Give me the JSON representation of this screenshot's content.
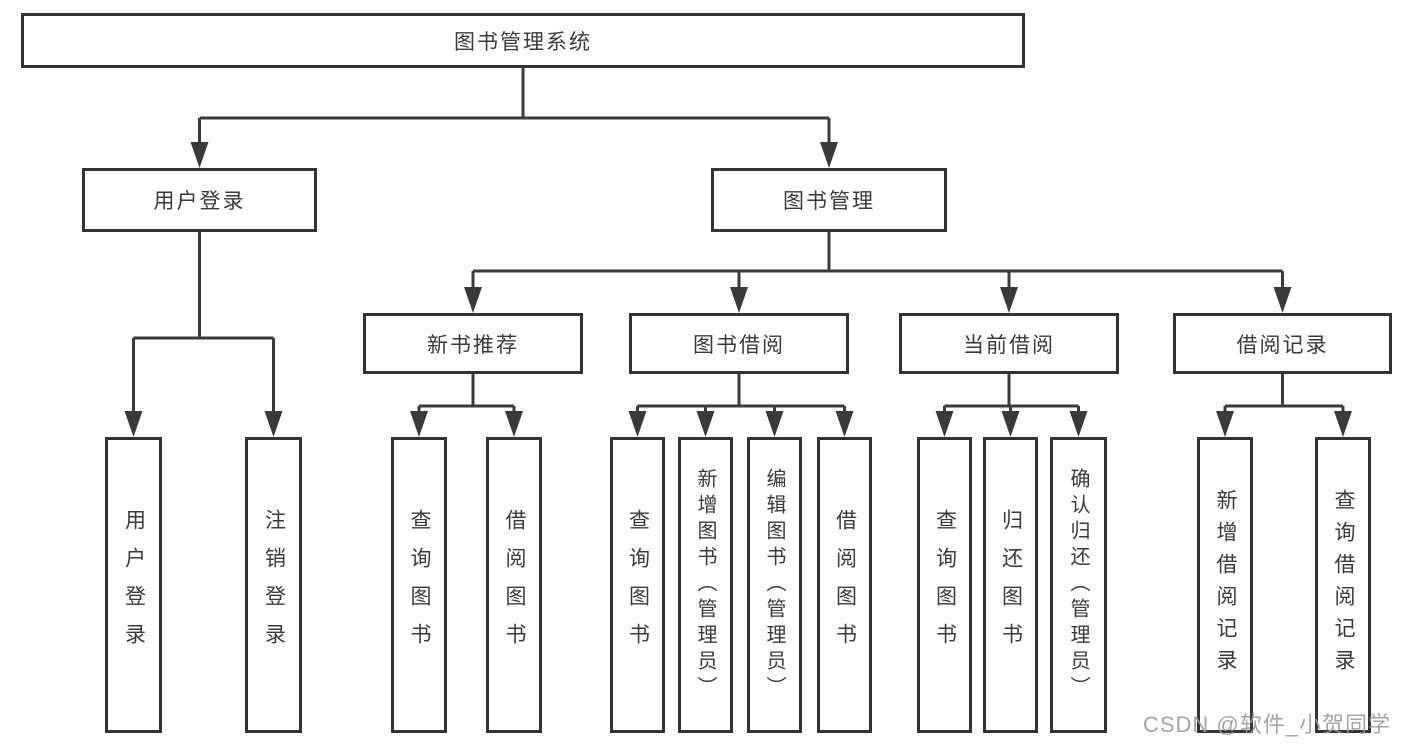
{
  "diagram": {
    "title": "图书管理系统",
    "type": "tree-structure-chart"
  },
  "watermark": "CSDN @软件_小贺同学",
  "colors": {
    "line": "#3a3a3a",
    "box_border": "#333333",
    "box_fill": "#ffffff",
    "text": "#3a3a3a",
    "watermark": "#9c9ca0",
    "background": "#ffffff"
  },
  "nodes": {
    "root": {
      "label": "图书管理系统",
      "children": [
        "user-login-module",
        "book-management-module"
      ]
    },
    "user-login-module": {
      "label": "用户登录",
      "children": [
        "leaf-user-login",
        "leaf-logout"
      ]
    },
    "book-management-module": {
      "label": "图书管理",
      "children": [
        "new-book-recommendation",
        "book-borrowing",
        "current-borrowing",
        "borrowing-records"
      ]
    },
    "new-book-recommendation": {
      "label": "新书推荐",
      "children": [
        "leaf-query-book-new",
        "leaf-borrow-book-new"
      ]
    },
    "book-borrowing": {
      "label": "图书借阅",
      "children": [
        "leaf-query-book-borrow",
        "leaf-add-book-admin",
        "leaf-edit-book-admin",
        "leaf-borrow-book-borrow"
      ]
    },
    "current-borrowing": {
      "label": "当前借阅",
      "children": [
        "leaf-query-book-current",
        "leaf-return-book",
        "leaf-confirm-return-admin"
      ]
    },
    "borrowing-records": {
      "label": "借阅记录",
      "children": [
        "leaf-add-borrow-record",
        "leaf-query-borrow-record"
      ]
    },
    "leaf-user-login": {
      "label": "用户登录"
    },
    "leaf-logout": {
      "label": "注销登录"
    },
    "leaf-query-book-new": {
      "label": "查询图书"
    },
    "leaf-borrow-book-new": {
      "label": "借阅图书"
    },
    "leaf-query-book-borrow": {
      "label": "查询图书"
    },
    "leaf-add-book-admin": {
      "label": "新增图书（管理员）"
    },
    "leaf-edit-book-admin": {
      "label": "编辑图书（管理员）"
    },
    "leaf-borrow-book-borrow": {
      "label": "借阅图书"
    },
    "leaf-query-book-current": {
      "label": "查询图书"
    },
    "leaf-return-book": {
      "label": "归还图书"
    },
    "leaf-confirm-return-admin": {
      "label": "确认归还（管理员）"
    },
    "leaf-add-borrow-record": {
      "label": "新增借阅记录"
    },
    "leaf-query-borrow-record": {
      "label": "查询借阅记录"
    }
  }
}
